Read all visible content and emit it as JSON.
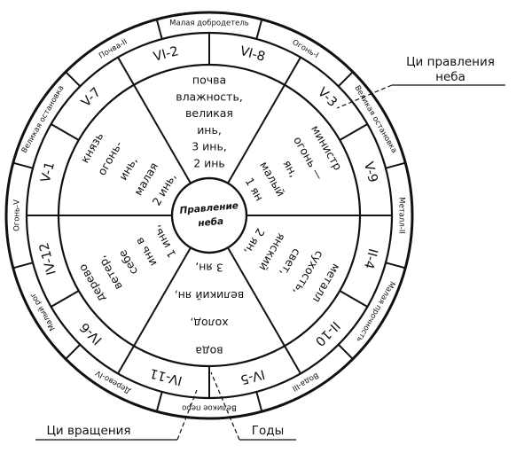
{
  "center": {
    "line1": "Правление",
    "line2": "неба"
  },
  "outer_ring": [
    "Малая добродетель",
    "Огонь-I",
    "Великая остановка",
    "Металл-II",
    "Малая прочность",
    "Вода-III",
    "Великое перо",
    "Дерево-IV",
    "Малый рог",
    "Огонь-V",
    "Великая остановка",
    "Почва-II"
  ],
  "years": [
    "VI-8",
    "V-3",
    "V-9",
    "II-4",
    "II-10",
    "IV-5",
    "IV-11",
    "IV-6",
    "IV-12",
    "V-1",
    "V-7",
    "VI-2"
  ],
  "sectors": [
    {
      "lines": [
        "почва",
        "влажность,",
        "великая",
        "инь,",
        "3 инь,",
        "2 инь"
      ]
    },
    {
      "lines": [
        "министр",
        "огонь —",
        "ян,",
        "малый",
        "1 ян"
      ]
    },
    {
      "lines": [
        "металл",
        "сухость,",
        "свет,",
        "янский",
        "2 ян,"
      ]
    },
    {
      "lines": [
        "вода",
        "холод,",
        "великий ян,",
        "3 ян,"
      ]
    },
    {
      "lines": [
        "дерево",
        "ветер,",
        "себе",
        "инь в",
        "1 инь,"
      ]
    },
    {
      "lines": [
        "князь",
        "огонь-",
        "инь,",
        "малая",
        "2 инь,"
      ]
    }
  ],
  "callouts": {
    "sky": [
      "Ци правления",
      "неба"
    ],
    "rotation": "Ци вращения",
    "years": "Годы"
  }
}
